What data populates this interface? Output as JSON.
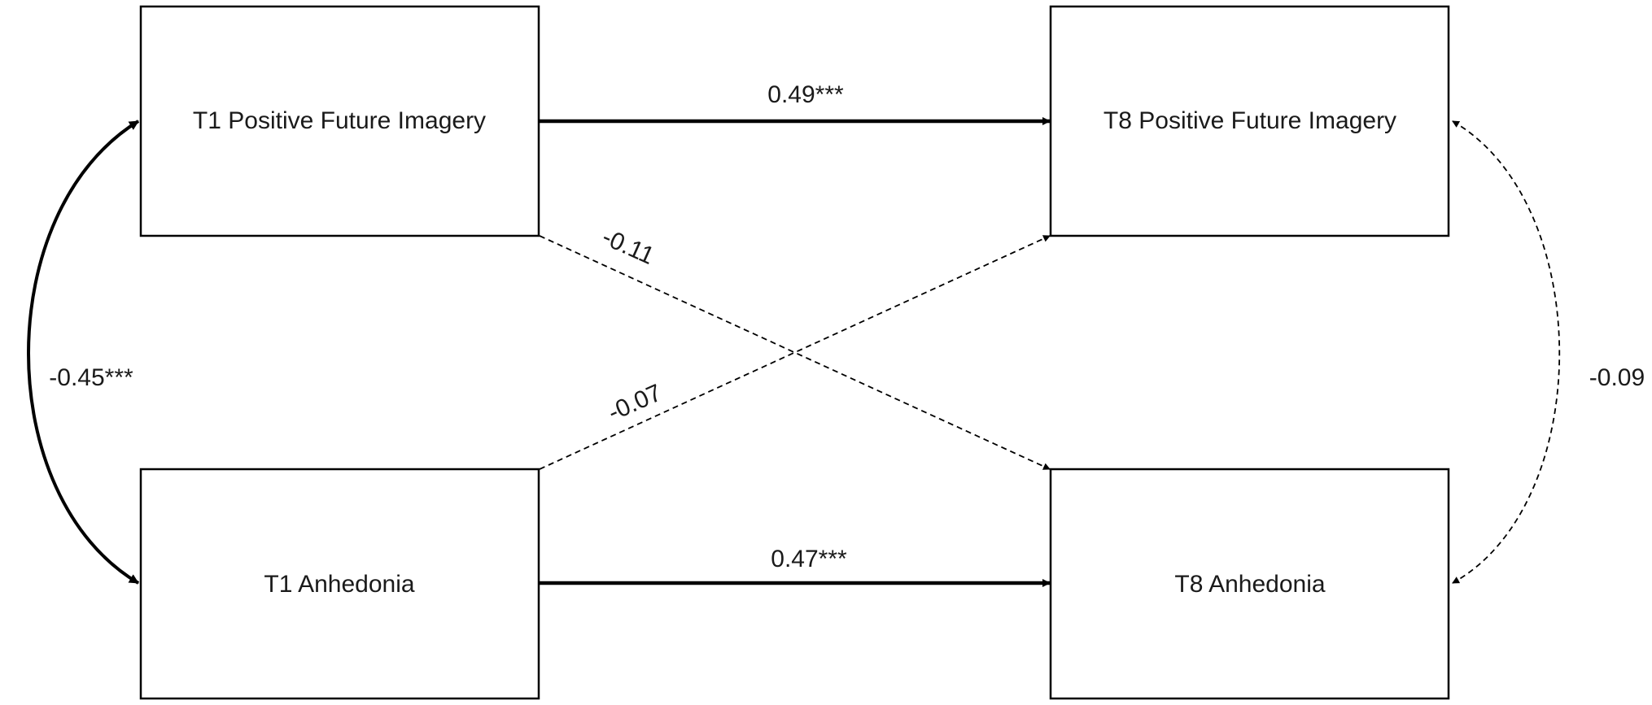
{
  "nodes": {
    "t1_imagery": "T1 Positive Future Imagery",
    "t8_imagery": "T8 Positive Future Imagery",
    "t1_anhedonia": "T1 Anhedonia",
    "t8_anhedonia": "T8 Anhedonia"
  },
  "paths": {
    "imagery_stability": "0.49***",
    "anhedonia_stability": "0.47***",
    "imagery_to_anhedonia": "-0.11",
    "anhedonia_to_imagery": "-0.07",
    "t1_covariance": "-0.45***",
    "t8_covariance": "-0.09"
  },
  "colors": {
    "ink": "#000000",
    "text": "#1a1a1a",
    "background": "#ffffff"
  },
  "legend_note": ""
}
